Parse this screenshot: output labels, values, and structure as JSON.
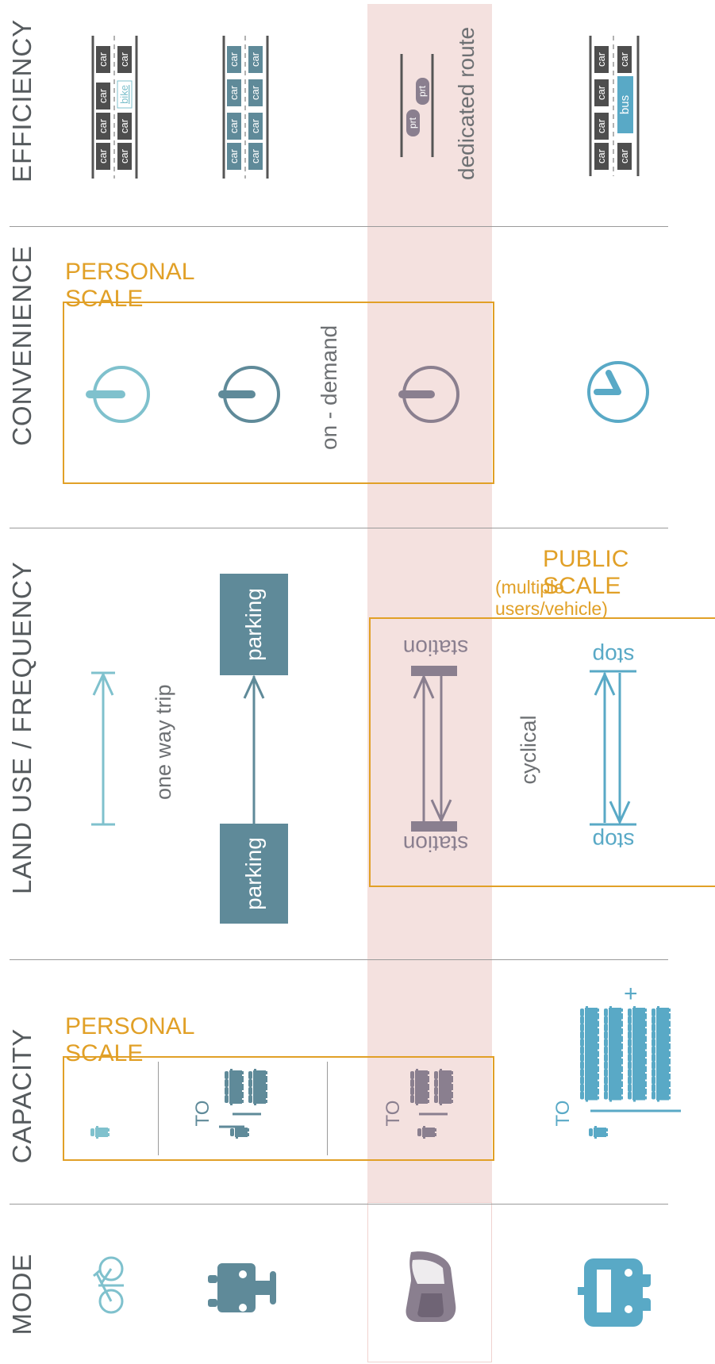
{
  "sections": {
    "efficiency": "EFFICIENCY",
    "convenience": "CONVENIENCE",
    "land_use": "LAND USE / FREQUENCY",
    "capacity": "CAPACITY",
    "mode": "MODE"
  },
  "scales": {
    "personal_convenience": "PERSONAL SCALE",
    "personal_capacity": "PERSONAL SCALE",
    "public": "PUBLIC SCALE",
    "public_sub": "(multiple users/vehicle)"
  },
  "labels": {
    "dedicated_route": "dedicated route",
    "on_demand": "on - demand",
    "one_way_trip": "one way trip",
    "parking": "parking",
    "station": "station",
    "stop": "stop",
    "cyclical": "cyclical",
    "to": "TO",
    "plus": "+"
  },
  "lanes": {
    "car": "car",
    "bike": "bike",
    "bus": "bus",
    "prt": "prt"
  },
  "colors": {
    "bike": "#7fc1cd",
    "car": "#5f8a99",
    "prt": "#8a7f8f",
    "bus": "#59a9c6",
    "orange": "#e1a027",
    "highlight": "#f4e1df",
    "text": "#555a5d",
    "divider": "#9a9a9a",
    "vehicle_dark": "#4e4e4e"
  },
  "modes": [
    {
      "name": "bike",
      "icon": "bicycle-icon"
    },
    {
      "name": "car",
      "icon": "car-icon"
    },
    {
      "name": "prt",
      "icon": "prt-pod-icon"
    },
    {
      "name": "bus",
      "icon": "bus-icon"
    }
  ]
}
